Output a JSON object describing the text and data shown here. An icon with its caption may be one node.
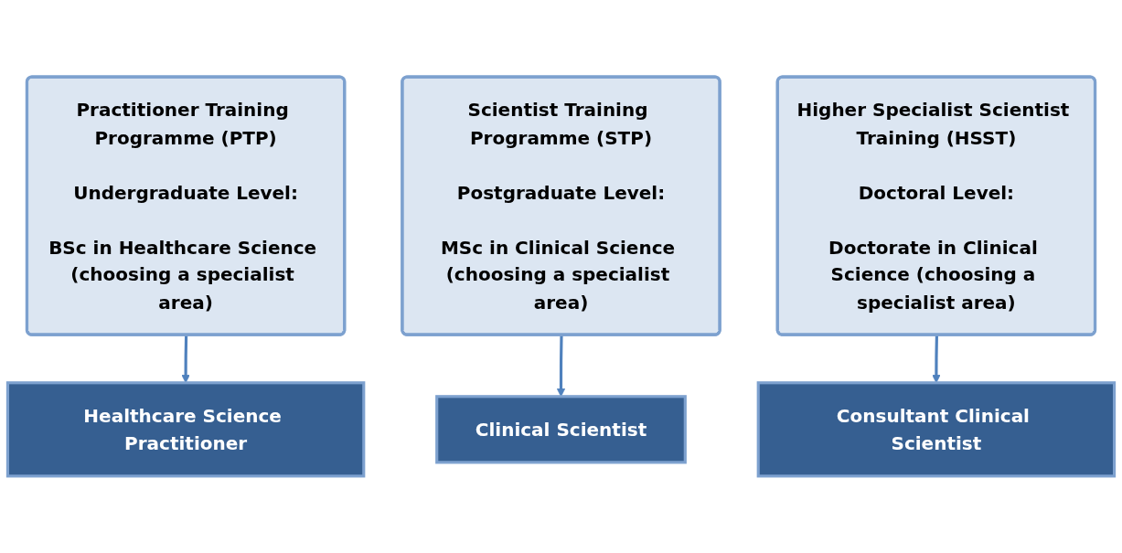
{
  "diagram": {
    "nodes": [
      {
        "text": [
          "Practitioner Training Programme (PTP)",
          "Undergraduate Level:",
          "BSc in Healthcare Science (choosing a specialist area)"
        ]
      },
      {
        "text": [
          "Scientist Training Programme (STP)",
          "Postgraduate Level:",
          "MSc in Clinical Science (choosing a specialist area)"
        ]
      },
      {
        "text": [
          "Higher Specialist Scientist Training (HSST)",
          "Doctoral Level:",
          "Doctorate in Clinical Science (choosing a specialist area)"
        ]
      },
      {
        "text": [
          "Healthcare Science Practitioner"
        ]
      },
      {
        "text": [
          "Clinical Scientist"
        ]
      },
      {
        "text": [
          "Consultant Clinical Scientist"
        ]
      }
    ],
    "edges": [
      {
        "from": 0,
        "to": 3,
        "arrow": "to"
      },
      {
        "from": 1,
        "to": 4,
        "arrow": "to"
      },
      {
        "from": 2,
        "to": 5,
        "arrow": "to"
      }
    ]
  }
}
